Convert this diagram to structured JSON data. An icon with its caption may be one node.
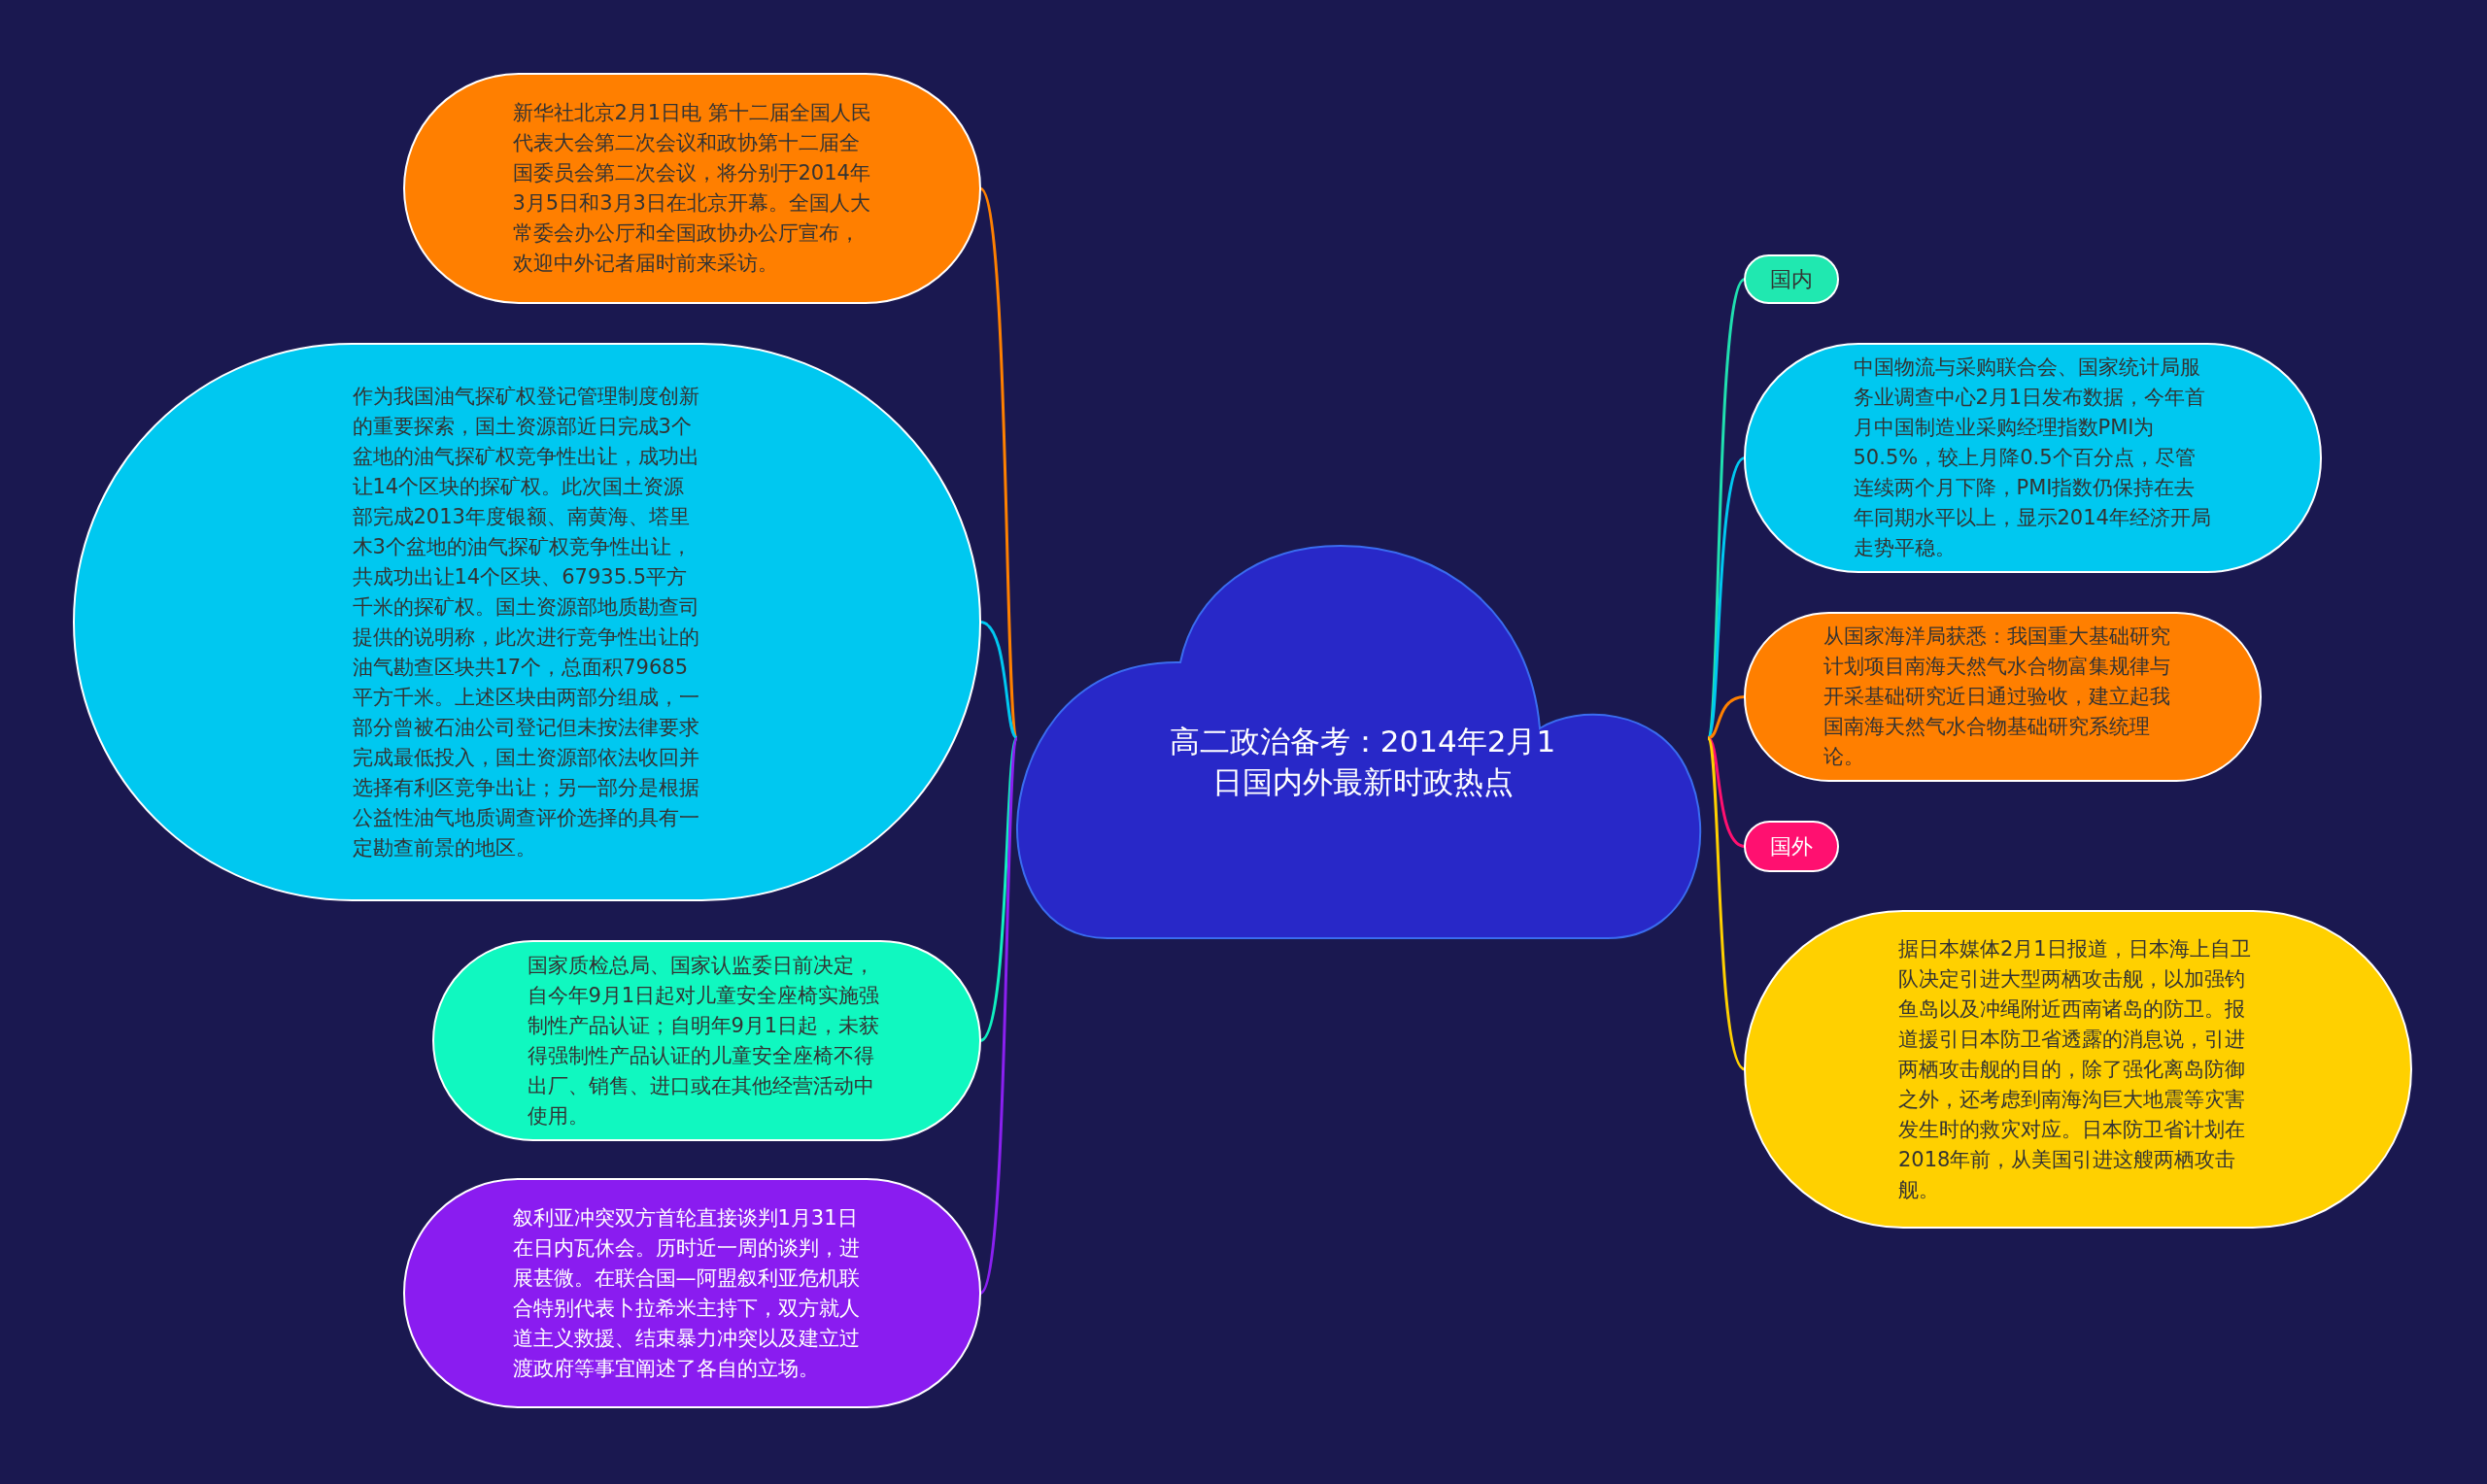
{
  "diagram": {
    "nodes": [
      {
        "text": [
          "高二政治备考：2014年2月1日国内外最新时政热点"
        ]
      },
      {
        "text": [
          "新华社北京2月1日电 第十二届全国人民代表大会第二次会议和政协第十二届全国委员会第二次会议，将分别于2014年3月5日和3月3日在北京开幕。全国人大常委会办公厅和全国政协办公厅宣布，欢迎中外记者届时前来采访。"
        ]
      },
      {
        "text": [
          "作为我国油气探矿权登记管理制度创新的重要探索，国土资源部近日完成3个盆地的油气探矿权竞争性出让，成功出让14个区块的探矿权。此次国土资源部完成2013年度银额、南黄海、塔里木3个盆地的油气探矿权竞争性出让，共成功出让14个区块、67935.5平方千米的探矿权。国土资源部地质勘查司提供的说明称，此次进行竞争性出让的油气勘查区块共17个，总面积79685平方千米。上述区块由两部分组成，一部分曾被石油公司登记但未按法律要求完成最低投入，国土资源部依法收回并选择有利区竞争出让；另一部分是根据公益性油气地质调查评价选择的具有一定勘查前景的地区。"
        ]
      },
      {
        "text": [
          "国家质检总局、国家认监委日前决定，自今年9月1日起对儿童安全座椅实施强制性产品认证；自明年9月1日起，未获得强制性产品认证的儿童安全座椅不得出厂、销售、进口或在其他经营活动中使用。"
        ]
      },
      {
        "text": [
          "叙利亚冲突双方首轮直接谈判1月31日在日内瓦休会。历时近一周的谈判，进展甚微。在联合国—阿盟叙利亚危机联合特别代表卜拉希米主持下，双方就人道主义救援、结束暴力冲突以及建立过渡政府等事宜阐述了各自的立场。"
        ]
      },
      {
        "text": [
          "国内"
        ]
      },
      {
        "text": [
          "中国物流与采购联合会、国家统计局服务业调查中心2月1日发布数据，今年首月中国制造业采购经理指数PMI为50.5%，较上月降0.5个百分点，尽管连续两个月下降，PMI指数仍保持在去年同期水平以上，显示2014年经济开局走势平稳。"
        ]
      },
      {
        "text": [
          "从国家海洋局获悉：我国重大基础研究计划项目南海天然气水合物富集规律与开采基础研究近日通过验收，建立起我国南海天然气水合物基础研究系统理论。"
        ]
      },
      {
        "text": [
          "国外"
        ]
      },
      {
        "text": [
          "据日本媒体2月1日报道，日本海上自卫队决定引进大型两栖攻击舰，以加强钓鱼岛以及冲绳附近西南诸岛的防卫。报道援引日本防卫省透露的消息说，引进两栖攻击舰的目的，除了强化离岛防御之外，还考虑到南海沟巨大地震等灾害发生时的救灾对应。日本防卫省计划在2018年前，从美国引进这艘两栖攻击舰。"
        ]
      }
    ],
    "edges": [
      {
        "from": 0,
        "to": 1,
        "arrow": "none",
        "color": "#ff8000"
      },
      {
        "from": 0,
        "to": 2,
        "arrow": "none",
        "color": "#00c8f0"
      },
      {
        "from": 0,
        "to": 3,
        "arrow": "none",
        "color": "#10f0c0"
      },
      {
        "from": 0,
        "to": 4,
        "arrow": "none",
        "color": "#8a20f0"
      },
      {
        "from": 0,
        "to": 5,
        "arrow": "none",
        "color": "#20e0b0"
      },
      {
        "from": 0,
        "to": 6,
        "arrow": "none",
        "color": "#00c8f0"
      },
      {
        "from": 0,
        "to": 7,
        "arrow": "none",
        "color": "#ff8000"
      },
      {
        "from": 0,
        "to": 8,
        "arrow": "none",
        "color": "#ff1070"
      },
      {
        "from": 0,
        "to": 9,
        "arrow": "none",
        "color": "#ffd000"
      }
    ]
  }
}
